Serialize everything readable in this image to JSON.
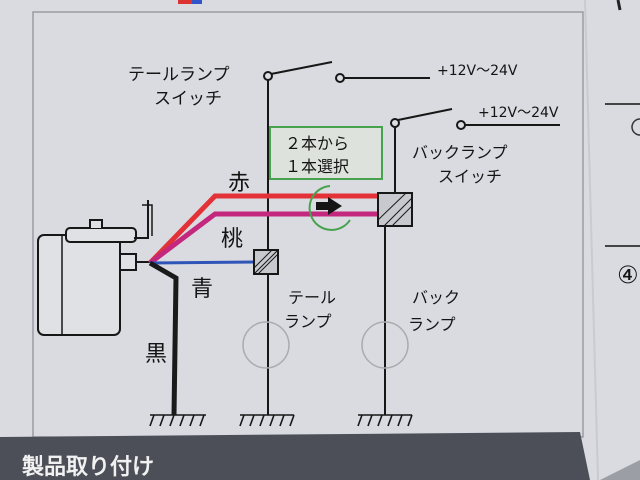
{
  "labels": {
    "tail_switch": [
      "テールランプ",
      "スイッチ"
    ],
    "tail_voltage": "+12V～24V",
    "back_voltage": "+12V～24V",
    "select_box": [
      "２本から",
      "１本選択"
    ],
    "back_switch": [
      "バックランプ",
      "スイッチ"
    ],
    "wire_red": "赤",
    "wire_pink": "桃",
    "wire_blue": "青",
    "wire_black": "黒",
    "tail_lamp": [
      "テール",
      "ランプ"
    ],
    "back_lamp": [
      "バック",
      "ランプ"
    ],
    "side_number": "④",
    "section_title": "製品取り付け"
  },
  "colors": {
    "paper": "#dcdee4",
    "ink": "#171717",
    "red_wire": "#e23238",
    "pink_wire": "#c4287e",
    "blue_wire": "#2f55b8",
    "black_wire": "#1a1a1a",
    "green_outline": "#47a24e",
    "footer_bar": "#4d4f58",
    "footer_text": "#f1f1f1"
  },
  "icons": {
    "selector_arrow": "right-arrow-icon",
    "ground": "ground-icon"
  }
}
